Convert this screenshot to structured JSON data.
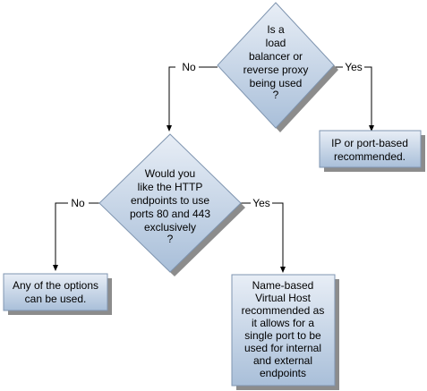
{
  "diagram": {
    "decision_1": {
      "lines": [
        "Is a",
        "load",
        "balancer or",
        "reverse proxy",
        "being used",
        "?"
      ]
    },
    "decision_2": {
      "lines": [
        "Would you",
        "like the HTTP",
        "endpoints to use",
        "ports 80 and 443",
        "exclusively",
        "?"
      ]
    },
    "outcome_ip_port": {
      "lines": [
        "IP or port-based",
        "recommended."
      ]
    },
    "outcome_any": {
      "lines": [
        "Any of the options",
        "can be used."
      ]
    },
    "outcome_name_based": {
      "lines": [
        "Name-based",
        "Virtual Host",
        "recommended as",
        "it allows for a",
        "single port to be",
        "used for internal",
        "and external",
        "endpoints"
      ]
    },
    "edges": {
      "d1_no": "No",
      "d1_yes": "Yes",
      "d2_no": "No",
      "d2_yes": "Yes"
    },
    "colors": {
      "shape_fill_light": "#e8eef6",
      "shape_fill_dark": "#a9bfd9",
      "shape_stroke": "#7f95b0",
      "shadow": "#8c8c8c",
      "line": "#000000"
    }
  }
}
